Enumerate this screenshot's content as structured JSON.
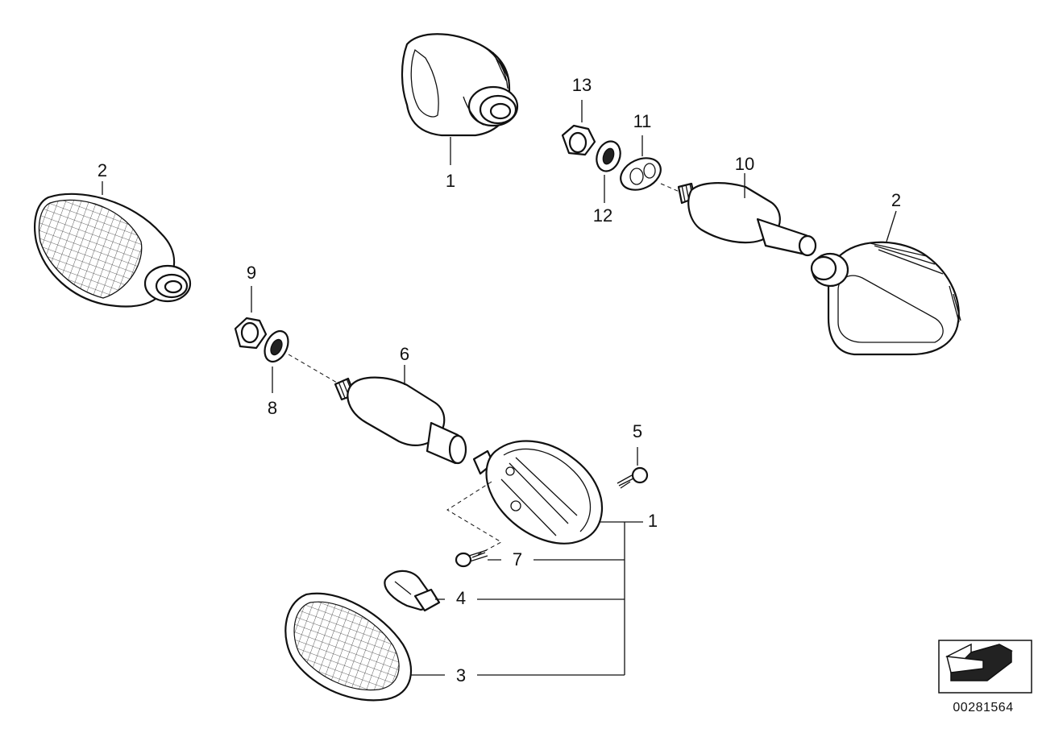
{
  "diagram_id": "00281564",
  "callouts": {
    "c1_top": "1",
    "c13": "13",
    "c11": "11",
    "c12": "12",
    "c10": "10",
    "c2_right": "2",
    "c2_left": "2",
    "c9": "9",
    "c8": "8",
    "c6": "6",
    "c5": "5",
    "c1_bottom": "1",
    "c7": "7",
    "c4": "4",
    "c3": "3"
  },
  "icons": {
    "orientation": "arrow-pointing-icon"
  }
}
